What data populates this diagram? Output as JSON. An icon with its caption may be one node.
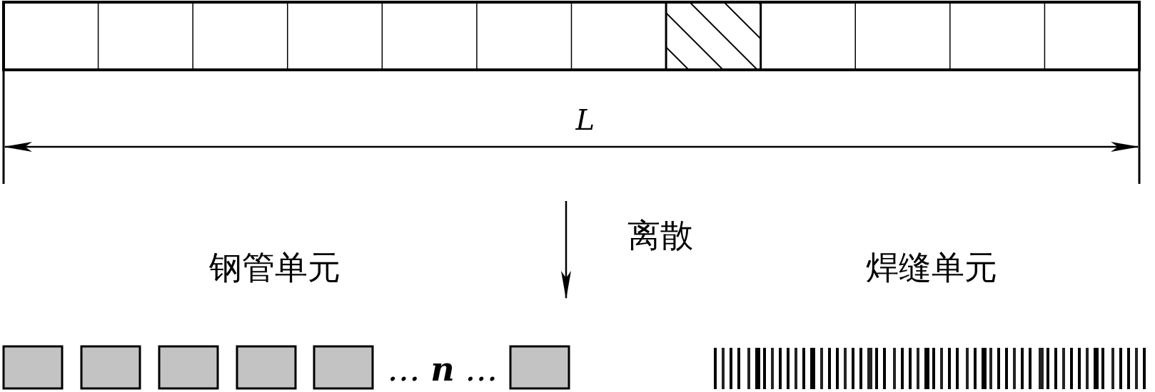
{
  "diagram": {
    "labels": [
      "L",
      "离散",
      "钢管单元",
      "焊缝单元",
      "… **n** …"
    ]
  }
}
